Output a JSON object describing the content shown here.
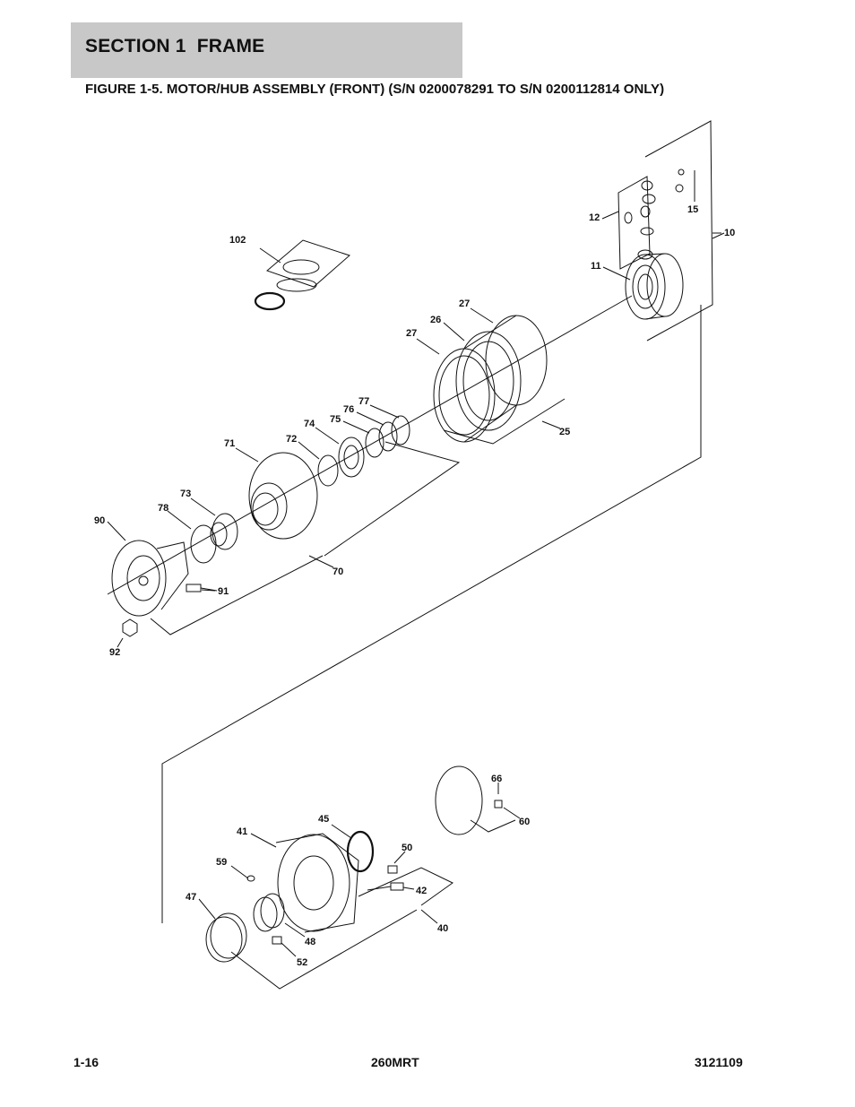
{
  "header": {
    "section_title": "SECTION 1  FRAME",
    "figure_title": "FIGURE 1-5. MOTOR/HUB ASSEMBLY (FRONT) (S/N 0200078291 TO S/N 0200112814 ONLY)"
  },
  "callouts": {
    "c10": "10",
    "c11": "11",
    "c12": "12",
    "c15": "15",
    "c102": "102",
    "c27a": "27",
    "c27b": "27",
    "c26": "26",
    "c25": "25",
    "c77": "77",
    "c76": "76",
    "c75": "75",
    "c74": "74",
    "c72": "72",
    "c71": "71",
    "c73": "73",
    "c78": "78",
    "c90": "90",
    "c91": "91",
    "c92": "92",
    "c70": "70",
    "c66": "66",
    "c60": "60",
    "c45": "45",
    "c41": "41",
    "c50": "50",
    "c59": "59",
    "c42": "42",
    "c47": "47",
    "c48": "48",
    "c52": "52",
    "c40": "40"
  },
  "footer": {
    "page": "1-16",
    "model": "260MRT",
    "doc_number": "3121109"
  }
}
